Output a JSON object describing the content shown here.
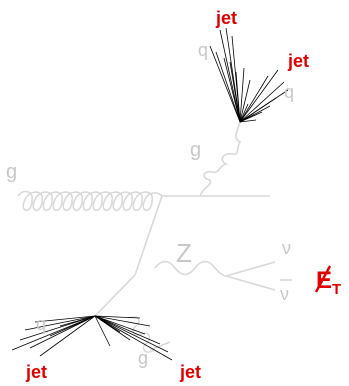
{
  "labels": {
    "jet_top_left": "jet",
    "jet_top_right": "jet",
    "quark_top_left": "q",
    "quark_top_right": "q",
    "gluon_upper": "g",
    "gluon_incoming": "g",
    "z_boson": "Z",
    "neutrino": "ν",
    "antineutrino": "ν",
    "quark_bottom": "q",
    "gluon_bottom": "g",
    "jet_bottom_left": "jet",
    "jet_bottom_right": "jet",
    "met": "E",
    "met_subscript": "T"
  },
  "colors": {
    "particle_line": "#d9d9d9",
    "track": "#000000",
    "highlight": "#e00000"
  }
}
